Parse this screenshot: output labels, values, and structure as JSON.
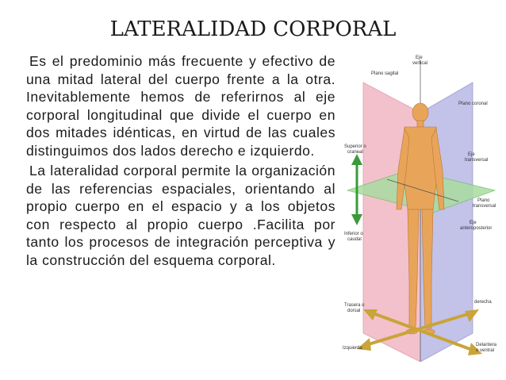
{
  "title": "LATERALIDAD CORPORAL",
  "paragraphs": [
    "Es el predominio más frecuente y efectivo de una mitad lateral del cuerpo frente a la otra. Inevitablemente hemos de referirnos al eje corporal longitudinal que divide el cuerpo en dos mitades idénticas, en virtud de las cuales distinguimos dos lados derecho e izquierdo.",
    "La lateralidad corporal permite la organización de las referencias espaciales, orientando al propio cuerpo en el espacio y a los objetos con respecto al propio cuerpo .Facilita por tanto los procesos de integración perceptiva y la construcción del esquema corporal."
  ],
  "figure": {
    "labels": {
      "eje_vertical_1": "Eje",
      "eje_vertical_2": "vertical",
      "plano_sagital": "Plano sagital",
      "plano_coronal": "Plano coronal",
      "superior_1": "Superior o",
      "superior_2": "craneal",
      "eje_transversal_1": "Eje",
      "eje_transversal_2": "transversal",
      "plano_transversal_1": "Plano",
      "plano_transversal_2": "transversal",
      "inferior_1": "Inferior o",
      "inferior_2": "caudal",
      "eje_antero_1": "Eje",
      "eje_antero_2": "anteroposterior",
      "trasera_1": "Trasera o",
      "trasera_2": "dorsal",
      "derecha": "derecha",
      "izquierda": "Izquierda",
      "delantera_1": "Delantera",
      "delantera_2": "o ventral"
    },
    "colors": {
      "sagital_plane": "#f2b7c4",
      "coronal_plane": "#b9b8e6",
      "transversal_plane": "#a9dca0",
      "body": "#e8a55a",
      "arrow": "#c9a437"
    }
  }
}
